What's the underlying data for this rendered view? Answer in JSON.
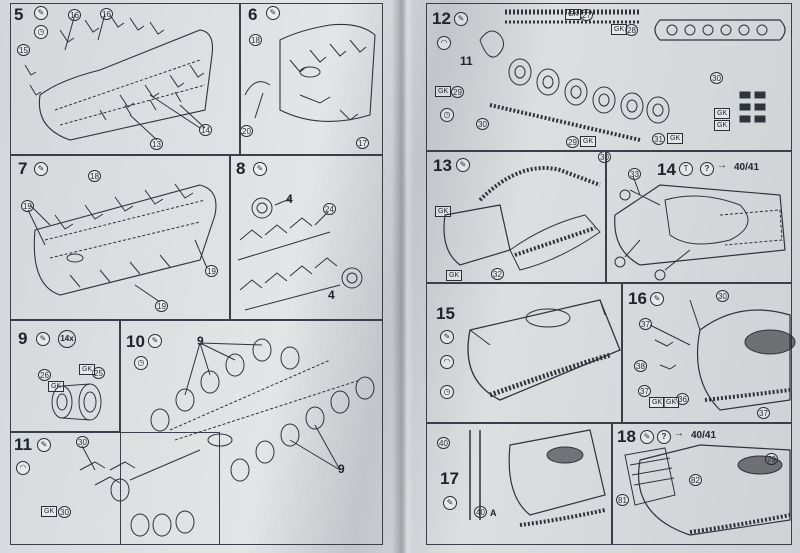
{
  "pages": {
    "left_footer": "—",
    "right_footer": "—"
  },
  "steps": [
    {
      "id": "5",
      "number": "5",
      "callouts": [
        "16",
        "16",
        "15",
        "14",
        "13"
      ]
    },
    {
      "id": "6",
      "number": "6",
      "callouts": [
        "18",
        "20",
        "17"
      ]
    },
    {
      "id": "7",
      "number": "7",
      "callouts": [
        "18",
        "19",
        "19",
        "19"
      ]
    },
    {
      "id": "8",
      "number": "8",
      "callouts": [
        "24"
      ],
      "labels": [
        "4",
        "4"
      ]
    },
    {
      "id": "9",
      "number": "9",
      "multiplier": "14x",
      "callouts": [
        "26",
        "25"
      ]
    },
    {
      "id": "10",
      "number": "10",
      "labels": [
        "9",
        "9"
      ]
    },
    {
      "id": "11",
      "number": "11",
      "callouts": [
        "30",
        "30"
      ]
    },
    {
      "id": "12",
      "number": "12",
      "callouts": [
        "27",
        "28",
        "29",
        "30",
        "30",
        "31",
        "30",
        "29"
      ],
      "labels": [
        "11"
      ]
    },
    {
      "id": "13",
      "number": "13",
      "callouts": [
        "32"
      ]
    },
    {
      "id": "14",
      "number": "14",
      "ref": "40/41",
      "callouts": [
        "33"
      ]
    },
    {
      "id": "15",
      "number": "15"
    },
    {
      "id": "16",
      "number": "16",
      "callouts": [
        "30",
        "37",
        "38",
        "37",
        "36",
        "37"
      ]
    },
    {
      "id": "17",
      "number": "17",
      "callouts": [
        "40",
        "40"
      ],
      "labels": [
        "A"
      ]
    },
    {
      "id": "18",
      "number": "18",
      "ref": "40/41",
      "callouts": [
        "79",
        "82",
        "81"
      ]
    }
  ],
  "icons": {
    "glue": "glue-icon",
    "paint": "paint-icon",
    "clock": "drying-clock-icon",
    "help": "?",
    "arrow": "→"
  }
}
